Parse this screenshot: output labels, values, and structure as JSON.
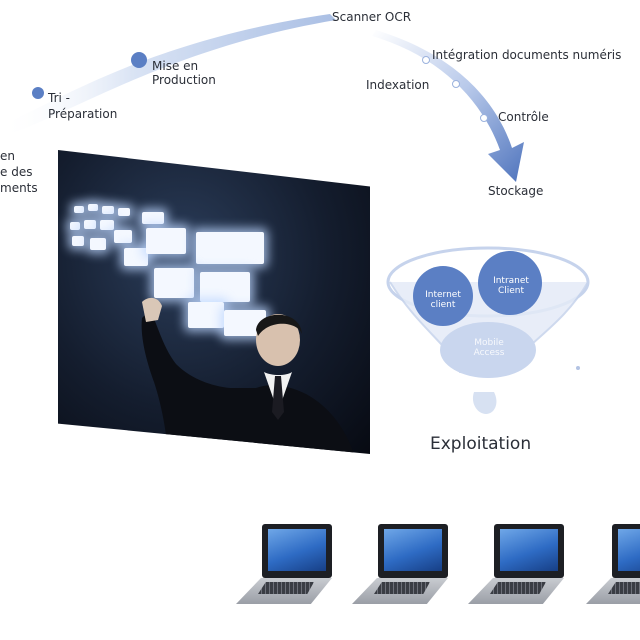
{
  "process": {
    "left_label_1": "en",
    "left_label_2": "e des",
    "left_label_3": "ments",
    "tri_1": "Tri -",
    "tri_2": "Préparation",
    "mise_1": "Mise en",
    "mise_2": "Production",
    "scanner": "Scanner OCR",
    "integration": "Intégration documents numéris",
    "indexation": "Indexation",
    "controle": "Contrôle",
    "stockage": "Stockage"
  },
  "funnel": {
    "internet_1": "Internet",
    "internet_2": "client",
    "intranet_1": "Intranet",
    "intranet_2": "Client",
    "mobile_1": "Mobile",
    "mobile_2": "Access",
    "exploitation": "Exploitation"
  },
  "colors": {
    "accent_blue": "#5f83c8",
    "bubble_blue": "#5b7fc4",
    "funnel_pale": "#c9d6ee"
  }
}
